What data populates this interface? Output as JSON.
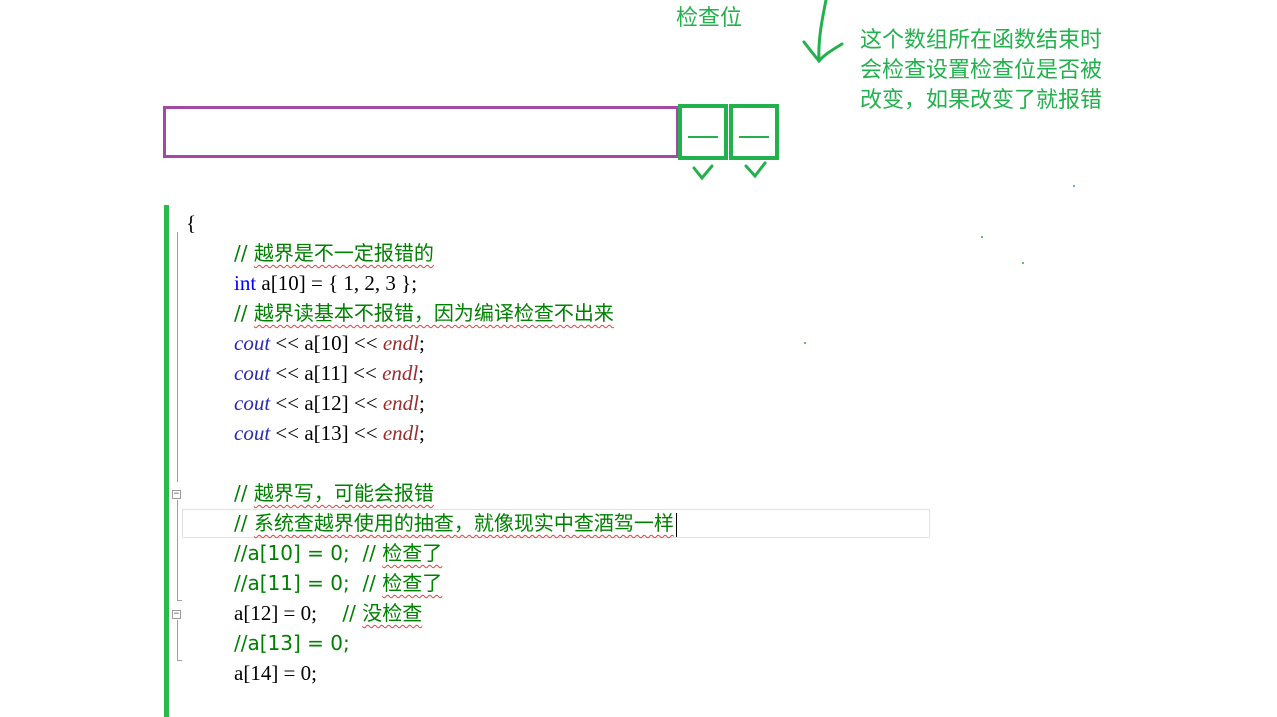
{
  "annotations": {
    "label_title": "检查位",
    "note_lines": [
      "这个数组所在函数结束时",
      "会检查设置检查位是否被",
      "改变，如果改变了就报错"
    ],
    "colors": {
      "annotation": "#22b14c",
      "array_box": "#a349a4",
      "gutter": "#2db84b"
    }
  },
  "editor": {
    "open_brace": "{",
    "lines": [
      {
        "comment": "// 越界是不一定报错的"
      },
      {
        "type": "int",
        "rest": " a[10] = { 1, 2, 3 };"
      },
      {
        "comment": "// 越界读基本不报错，因为编译检查不出来"
      },
      {
        "fn": "cout",
        "mid": " << a[10] << ",
        "end": "endl",
        "tail": ";"
      },
      {
        "fn": "cout",
        "mid": " << a[11] << ",
        "end": "endl",
        "tail": ";"
      },
      {
        "fn": "cout",
        "mid": " << a[12] << ",
        "end": "endl",
        "tail": ";"
      },
      {
        "fn": "cout",
        "mid": " << a[13] << ",
        "end": "endl",
        "tail": ";"
      },
      {
        "blank": ""
      },
      {
        "comment": "// 越界写，可能会报错"
      },
      {
        "comment": "// 系统查越界使用的抽查，就像现实中查酒驾一样"
      },
      {
        "comment": "//a[10] = 0;  // 检查了"
      },
      {
        "comment": "//a[11] = 0;  // 检查了"
      },
      {
        "code": "a[12] = 0;",
        "comment": "    // 没检查"
      },
      {
        "comment": "//a[13] = 0;"
      },
      {
        "code": "a[14] = 0;"
      }
    ]
  }
}
